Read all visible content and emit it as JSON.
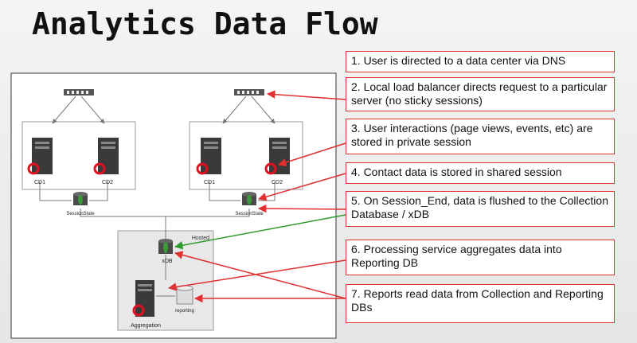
{
  "title": "Analytics Data Flow",
  "diagram": {
    "labels": {
      "cd1_left": "CD1",
      "cd2_left": "CD2",
      "sessionstate_left": "SessionState",
      "cd1_right": "CD1",
      "cd2_right": "CD2",
      "sessionstate_right": "SessionState",
      "hosted": "Hosted",
      "xdb": "xDB",
      "aggregation": "Aggregation",
      "reporting": "reporting"
    }
  },
  "notes": [
    "1. User is directed to a data center via DNS",
    "2. Local load balancer directs request to a particular server (no sticky sessions)",
    "3. User interactions (page views, events, etc) are stored in private session",
    "4. Contact data is stored in shared session",
    "5. On Session_End, data is flushed to the Collection Database / xDB",
    "6. Processing service aggregates data into Reporting DB",
    "7. Reports read data from Collection and Reporting DBs"
  ],
  "colors": {
    "arrow": "#e03030",
    "accent_red": "#e01020",
    "db_green": "#3a9a3a"
  }
}
